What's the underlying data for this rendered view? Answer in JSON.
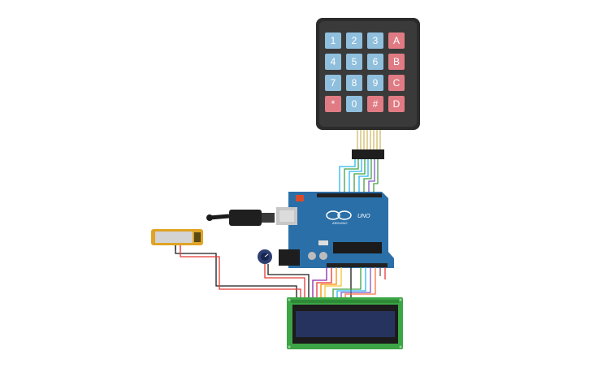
{
  "keypad": {
    "rows": [
      [
        "1",
        "2",
        "3",
        "A"
      ],
      [
        "4",
        "5",
        "6",
        "B"
      ],
      [
        "7",
        "8",
        "9",
        "C"
      ],
      [
        "*",
        "0",
        "#",
        "D"
      ]
    ],
    "colors": {
      "digit": "#8fbfdd",
      "letter": "#e07b84",
      "frame": "#2b2b2b",
      "bezel": "#3d3d3d"
    }
  },
  "arduino": {
    "brand": "ARDUINO",
    "model": "UNO",
    "colors": {
      "board": "#2a6fa8",
      "chip": "#1b1b1b",
      "header": "#222222"
    }
  },
  "lcd": {
    "colors": {
      "pcb": "#3ca545",
      "screen": "#27335f",
      "bezel": "#1c1c1c"
    }
  },
  "wire_colors": [
    "#e53935",
    "#1f1f1f",
    "#8e24aa",
    "#fb8c00",
    "#f4c430",
    "#43a047",
    "#29b6f6",
    "#7e57c2",
    "#ff7043",
    "#795548"
  ]
}
